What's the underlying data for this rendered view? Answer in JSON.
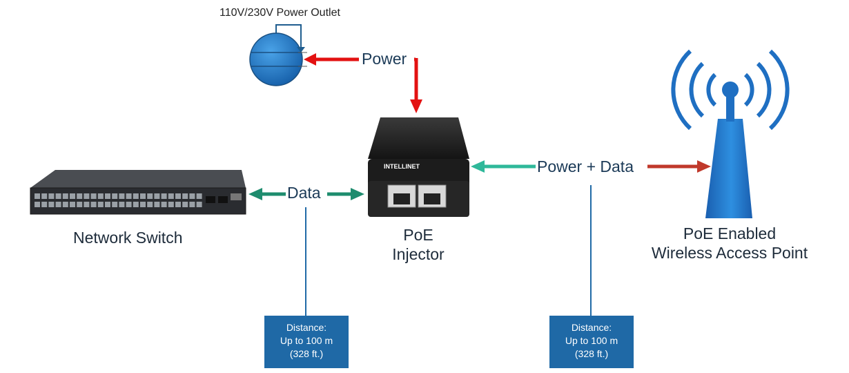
{
  "outlet": {
    "label": "110V/230V Power Outlet"
  },
  "flows": {
    "power": "Power",
    "data": "Data",
    "power_data": "Power + Data"
  },
  "devices": {
    "switch": "Network Switch",
    "injector_line1": "PoE",
    "injector_line2": "Injector",
    "injector_brand": "INTELLINET",
    "ap_line1": "PoE Enabled",
    "ap_line2": "Wireless Access Point"
  },
  "distance_left": {
    "line1": "Distance:",
    "line2": "Up to 100 m",
    "line3": "(328 ft.)"
  },
  "distance_right": {
    "line1": "Distance:",
    "line2": "Up to 100 m",
    "line3": "(328 ft.)"
  },
  "colors": {
    "power_arrow": "#e31212",
    "data_arrow": "#1e8c6e",
    "power_data_arrow": "#2fb89a",
    "ap_arrow": "#c0392b",
    "outlet_blue": "#1f78c8",
    "ap_blue": "#1f6fc2",
    "distance_box": "#1f69a6"
  }
}
